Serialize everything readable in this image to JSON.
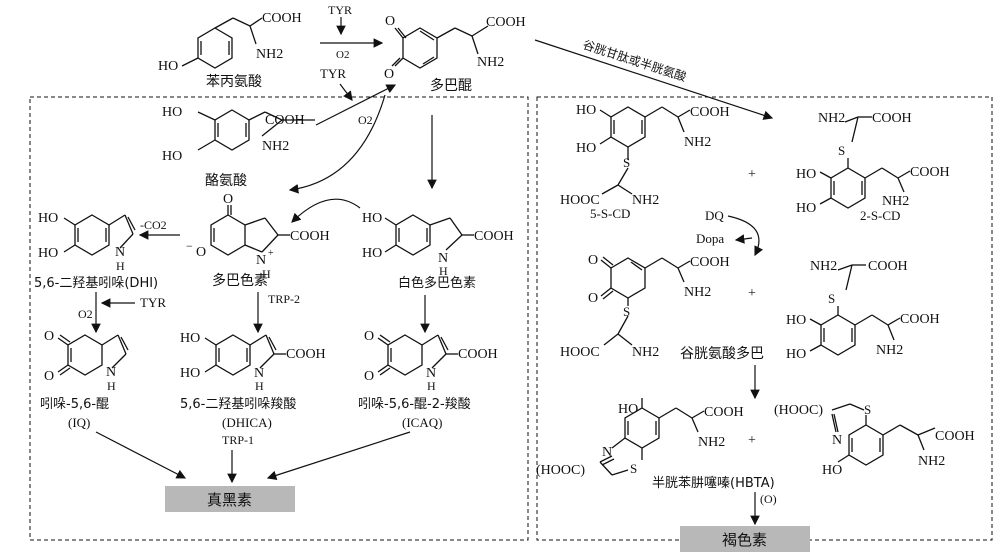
{
  "labels": {
    "phe": "苯丙氨酸",
    "dopaquinone": "多巴醌",
    "tyrosine": "酪氨酸",
    "dopachrome": "多巴色素",
    "leucodopachrome": "白色多巴色素",
    "dhi": "5,6-二羟基吲哚(DHI)",
    "dhica_cn": "5,6-二羟基吲哚羧酸",
    "dhica_abbr": "(DHICA)",
    "iq_cn": "吲哚-5,6-醌",
    "iq_abbr": "(IQ)",
    "icaq_cn": "吲哚-5,6-醌-2-羧酸",
    "icaq_abbr": "(ICAQ)",
    "eumelanin": "真黑素",
    "pheomelanin": "褐色素",
    "glutathione_route": "谷胱甘肽或半胱氨酸",
    "five_s_cd": "5-S-CD",
    "two_s_cd": "2-S-CD",
    "glutathionyl_dopa": "谷胱氨酸多巴",
    "hbta": "半胱苯肼噻嗪(HBTA)",
    "hbta_o": "(O)",
    "tyr": "TYR",
    "o2": "O2",
    "minus_co2": "-CO2",
    "trp2": "TRP-2",
    "trp1": "TRP-1",
    "dq": "DQ",
    "dopa": "Dopa",
    "plus": "+"
  },
  "groups": {
    "cooh": "COOH",
    "nh2": "NH2",
    "ho": "HO",
    "o": "O",
    "n": "N",
    "h": "H",
    "s": "S",
    "hooc": "HOOC",
    "hooc_paren": "(HOOC)",
    "minus": "−",
    "plus_charge": "+"
  },
  "colors": {
    "product_box": "#b8b8b8",
    "ink": "#111111"
  }
}
